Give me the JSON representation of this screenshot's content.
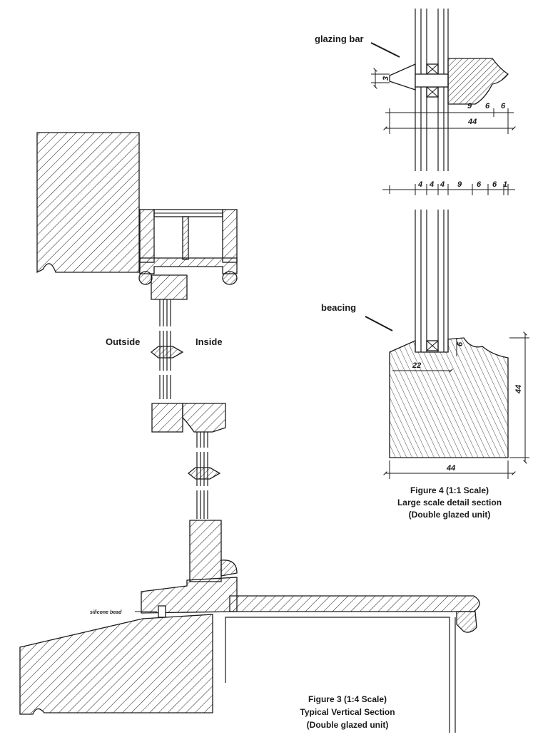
{
  "labels": {
    "glazing_bar": "glazing bar",
    "beacing": "beacing",
    "outside": "Outside",
    "inside": "Inside",
    "silicone_bead": "silicone bead"
  },
  "figure4": {
    "line1": "Figure 4  (1:1 Scale)",
    "line2": "Large scale detail section",
    "line3": "(Double glazed unit)"
  },
  "figure3": {
    "line1": "Figure 3  (1:4 Scale)",
    "line2": "Typical Vertical Section",
    "line3": "(Double glazed unit)"
  },
  "dimensions": {
    "bar_height": "3",
    "bar_9": "9",
    "bar_6a": "6",
    "bar_6b": "6",
    "bar_44": "44",
    "chain": [
      "4",
      "4",
      "4",
      "9",
      "6",
      "6",
      "1"
    ],
    "bead_22": "22",
    "bead_6": "6",
    "rail_height_44": "44",
    "rail_width_44": "44"
  },
  "colors": {
    "ink": "#1a1a1a",
    "paper": "#ffffff"
  }
}
